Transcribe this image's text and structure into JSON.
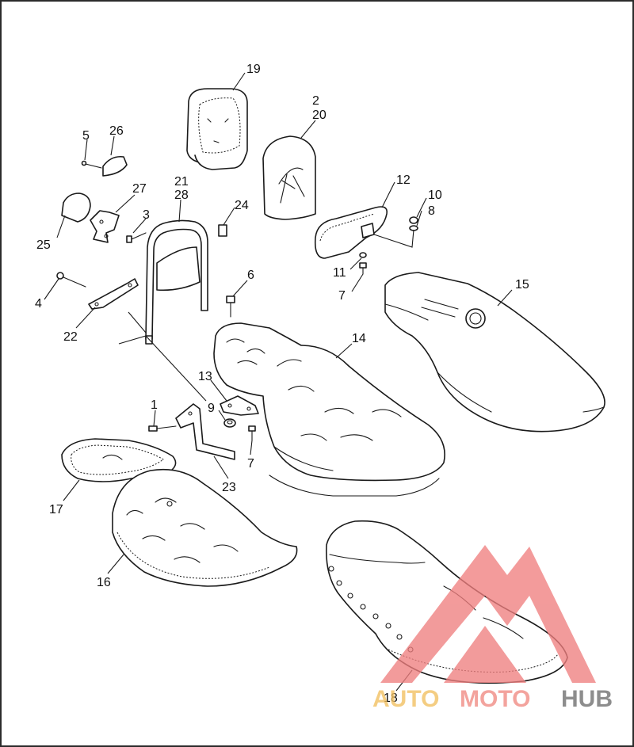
{
  "callouts": {
    "c1": "1",
    "c2": "2",
    "c3": "3",
    "c4": "4",
    "c5": "5",
    "c6": "6",
    "c7a": "7",
    "c7b": "7",
    "c8": "8",
    "c9": "9",
    "c10": "10",
    "c11": "11",
    "c12": "12",
    "c13": "13",
    "c14": "14",
    "c15": "15",
    "c16": "16",
    "c17": "17",
    "c18": "18",
    "c19": "19",
    "c20": "20",
    "c21": "21",
    "c22": "22",
    "c23": "23",
    "c24": "24",
    "c25": "25",
    "c26": "26",
    "c27": "27",
    "c28": "28"
  },
  "watermark": {
    "auto": "AUTO",
    "moto": "MOTO",
    "hub": "HUB",
    "colors": {
      "auto": "#f2c060",
      "moto": "#f08a82",
      "hub": "#6e6e6e",
      "triangle": "#ef7f7f"
    }
  }
}
